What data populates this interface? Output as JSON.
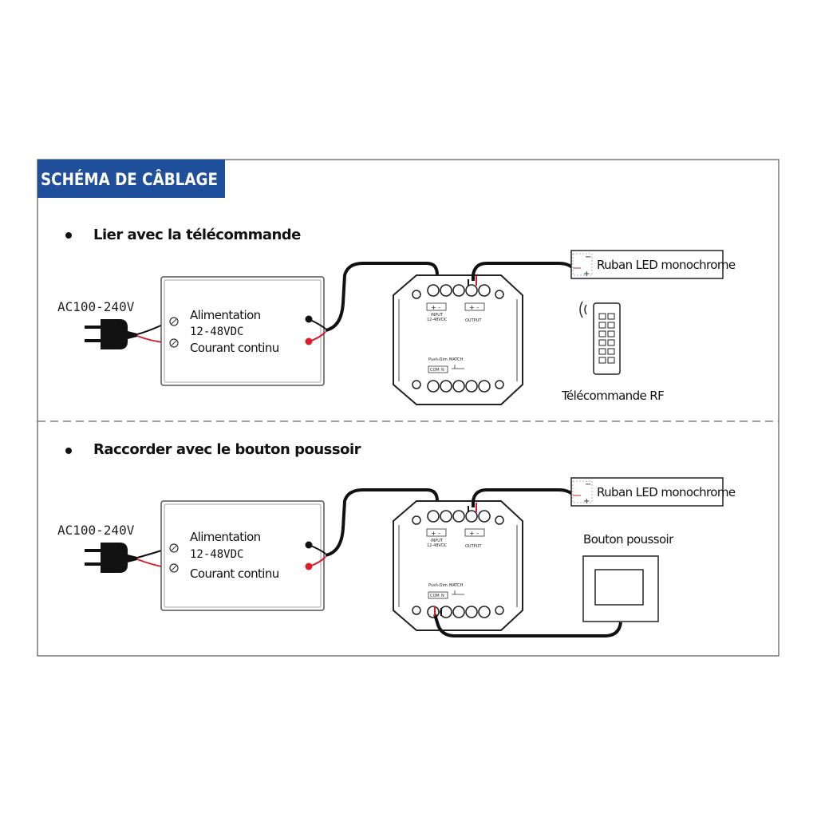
{
  "title": "SCHÉMA DE CÂBLAGE",
  "section1": {
    "heading": "Lier avec la télécommande",
    "ac_label": "AC100-240V",
    "psu_line1": "Alimentation",
    "psu_line2": "12-48VDC",
    "psu_line3": "Courant continu",
    "led_label": "Ruban LED monochrome",
    "remote_label": "Télécommande RF",
    "input_label": "INPUT",
    "input_voltage": "12-48VDC",
    "output_label": "OUTPUT",
    "pushdim_label": "Push-Dim",
    "match_label": "MATCH",
    "com_label": "COM",
    "n_label": "N"
  },
  "section2": {
    "heading": "Raccorder avec le bouton poussoir",
    "ac_label": "AC100-240V",
    "psu_line1": "Alimentation",
    "psu_line2": "12-48VDC",
    "psu_line3": "Courant continu",
    "led_label": "Ruban LED monochrome",
    "button_label": "Bouton poussoir",
    "input_label": "INPUT",
    "input_voltage": "12-48VDC",
    "output_label": "OUTPUT",
    "pushdim_label": "Push-Dim",
    "match_label": "MATCH",
    "com_label": "COM",
    "n_label": "N"
  },
  "colors": {
    "title_bg": "#1f4e9a",
    "title_fg": "#ffffff",
    "wire": "#111111",
    "red_wire": "#d81e2a",
    "border": "#555555"
  }
}
